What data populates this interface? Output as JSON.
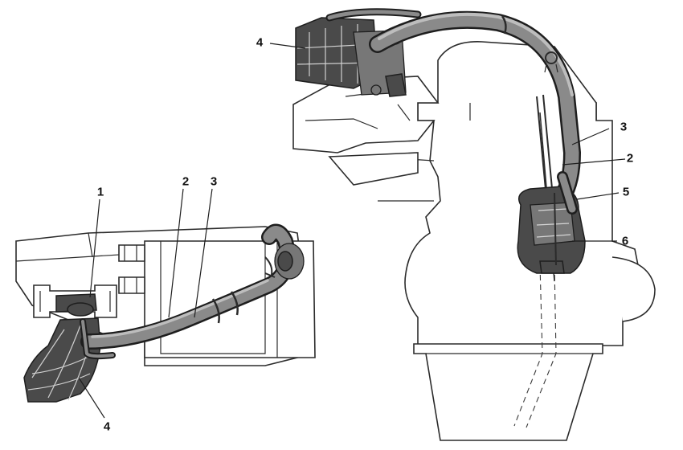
{
  "callouts": {
    "left_view": [
      "1",
      "2",
      "3",
      "4"
    ],
    "right_view": [
      "4",
      "3",
      "2",
      "5",
      "6"
    ]
  },
  "colors": {
    "line": "#1e1e1e",
    "hose_fill": "#8a8a8a",
    "dark_part": "#4a4a4a",
    "background": "#ffffff"
  }
}
